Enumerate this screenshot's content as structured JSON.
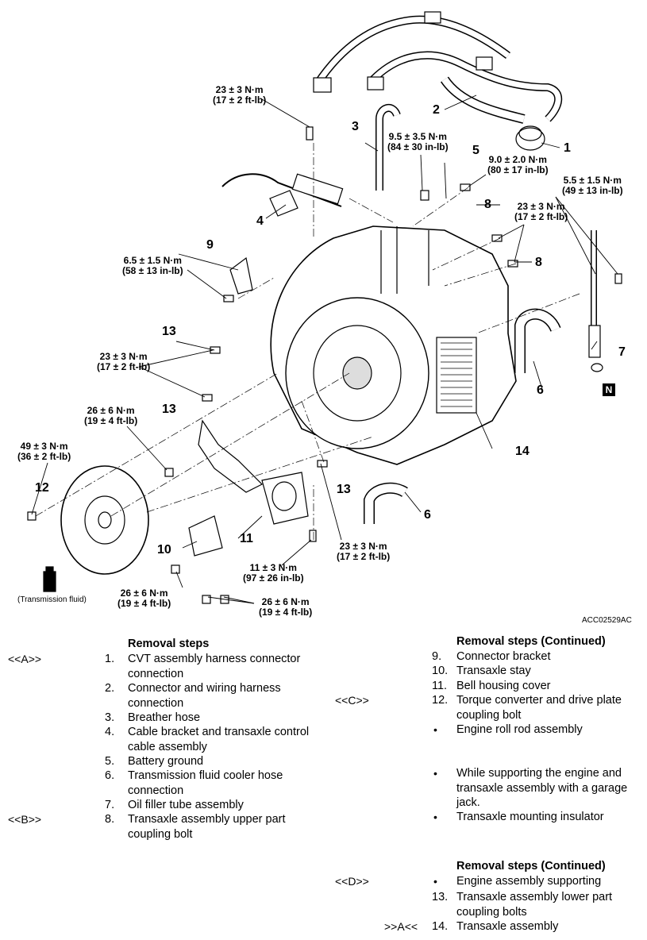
{
  "diagram": {
    "torques": [
      {
        "line1": "23 ± 3 N·m",
        "line2": "(17 ± 2 ft-lb)"
      },
      {
        "line1": "9.5 ± 3.5 N·m",
        "line2": "(84 ± 30 in-lb)"
      },
      {
        "line1": "9.0 ± 2.0 N·m",
        "line2": "(80 ± 17 in-lb)"
      },
      {
        "line1": "5.5 ± 1.5 N·m",
        "line2": "(49 ± 13 in-lb)"
      },
      {
        "line1": "23 ± 3 N·m",
        "line2": "(17 ± 2 ft-lb)"
      },
      {
        "line1": "6.5 ± 1.5 N·m",
        "line2": "(58 ± 13 in-lb)"
      },
      {
        "line1": "23 ± 3 N·m",
        "line2": "(17 ± 2 ft-lb)"
      },
      {
        "line1": "26 ± 6 N·m",
        "line2": "(19 ± 4 ft-lb)"
      },
      {
        "line1": "49 ± 3 N·m",
        "line2": "(36 ± 2 ft-lb)"
      },
      {
        "line1": "23 ± 3 N·m",
        "line2": "(17 ± 2 ft-lb)"
      },
      {
        "line1": "11 ± 3 N·m",
        "line2": "(97 ± 26 in-lb)"
      },
      {
        "line1": "26 ± 6 N·m",
        "line2": "(19 ± 4 ft-lb)"
      },
      {
        "line1": "26 ± 6 N·m",
        "line2": "(19 ± 4 ft-lb)"
      }
    ],
    "callouts": [
      "1",
      "2",
      "3",
      "4",
      "5",
      "6",
      "6",
      "7",
      "8",
      "8",
      "9",
      "10",
      "11",
      "12",
      "13",
      "13",
      "13",
      "14"
    ],
    "note_symbol": "N",
    "fluid_label": "(Transmission fluid)",
    "figure_code": "ACC02529AC"
  },
  "left_column": {
    "heading": "Removal steps",
    "steps": [
      {
        "ref": "<<A>>",
        "num": "1.",
        "text": "CVT assembly harness connector connection"
      },
      {
        "ref": "",
        "num": "2.",
        "text": "Connector and wiring harness connection"
      },
      {
        "ref": "",
        "num": "3.",
        "text": "Breather hose"
      },
      {
        "ref": "",
        "num": "4.",
        "text": "Cable bracket and transaxle control cable assembly"
      },
      {
        "ref": "",
        "num": "5.",
        "text": "Battery ground"
      },
      {
        "ref": "",
        "num": "6.",
        "text": "Transmission fluid cooler hose connection"
      },
      {
        "ref": "",
        "num": "7.",
        "text": "Oil filler tube assembly"
      },
      {
        "ref": "<<B>>",
        "num": "8.",
        "text": "Transaxle assembly upper part coupling bolt"
      }
    ]
  },
  "right_column": {
    "heading1": "Removal steps (Continued)",
    "steps1": [
      {
        "ref": "",
        "num": "9.",
        "text": "Connector bracket"
      },
      {
        "ref": "",
        "num": "10.",
        "text": "Transaxle stay"
      },
      {
        "ref": "",
        "num": "11.",
        "text": "Bell housing cover"
      },
      {
        "ref": "<<C>>",
        "num": "12.",
        "text": "Torque converter and drive plate coupling bolt"
      },
      {
        "ref": "",
        "num": "•",
        "text": "Engine roll rod assembly"
      },
      {
        "ref": "",
        "num": "•",
        "text": "While supporting the engine and transaxle assembly with a garage jack."
      },
      {
        "ref": "",
        "num": "•",
        "text": "Transaxle mounting insulator"
      }
    ],
    "heading2": "Removal steps (Continued)",
    "steps2": [
      {
        "ref": "<<D>>",
        "num": "•",
        "text": "Engine assembly supporting"
      },
      {
        "ref": "",
        "num": "13.",
        "text": "Transaxle assembly lower part coupling bolts"
      },
      {
        "ref": ">>A<<",
        "num": "14.",
        "text": "Transaxle assembly"
      }
    ]
  }
}
